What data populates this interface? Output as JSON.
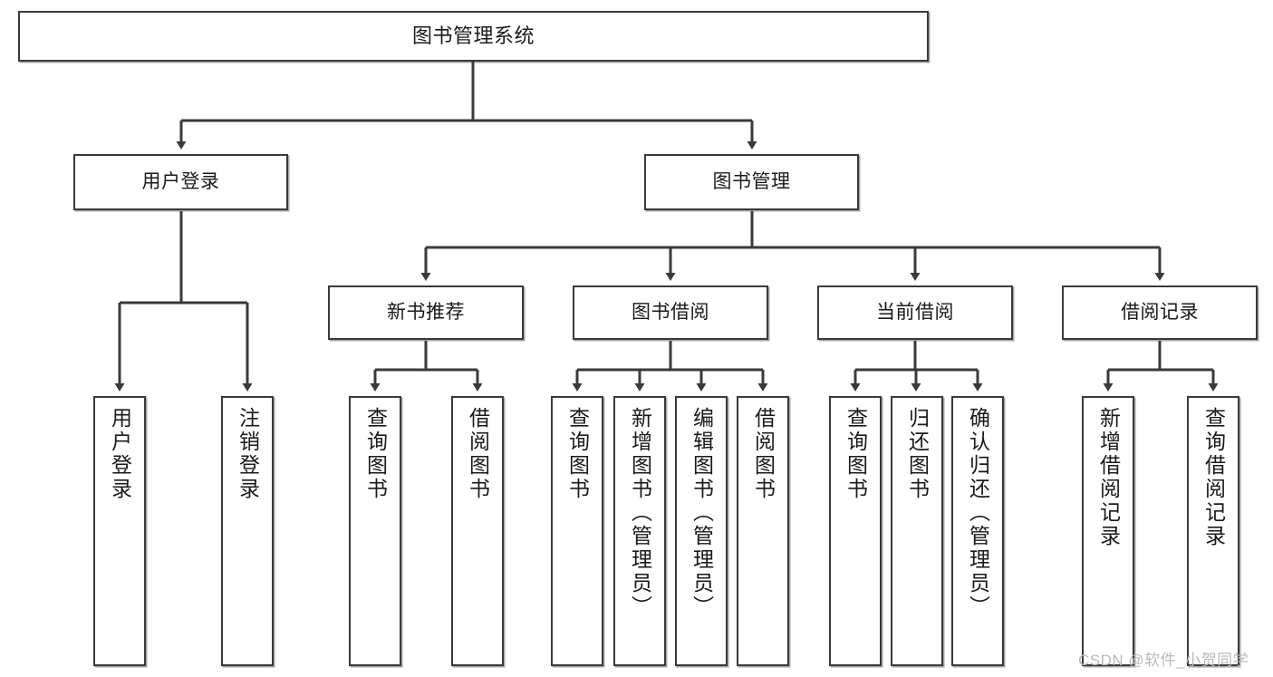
{
  "diagram": {
    "title": "图书管理系统",
    "type": "tree-hierarchy-diagram",
    "colors": {
      "box_border": "#3a3a3a",
      "box_fill": "#ffffff",
      "connector": "#3a3a3a",
      "text": "#1a1a1a",
      "watermark": "#b9b9b9"
    },
    "nodes": {
      "root": {
        "label": "图书管理系统"
      },
      "level2": [
        {
          "id": "user-login",
          "label": "用户登录"
        },
        {
          "id": "book-management",
          "label": "图书管理"
        }
      ],
      "level3": [
        {
          "id": "new-book-recommend",
          "label": "新书推荐"
        },
        {
          "id": "book-borrow",
          "label": "图书借阅"
        },
        {
          "id": "current-borrow",
          "label": "当前借阅"
        },
        {
          "id": "borrow-record",
          "label": "借阅记录"
        }
      ],
      "leaves": {
        "user_login": [
          {
            "id": "leaf-user-login",
            "label": "用户登录"
          },
          {
            "id": "leaf-logout-login",
            "label": "注销登录"
          }
        ],
        "new_book_recommend": [
          {
            "id": "leaf-query-book-1",
            "label": "查询图书"
          },
          {
            "id": "leaf-borrow-book-1",
            "label": "借阅图书"
          }
        ],
        "book_borrow": [
          {
            "id": "leaf-query-book-2",
            "label": "查询图书"
          },
          {
            "id": "leaf-add-book",
            "label": "新增图书（管理员）"
          },
          {
            "id": "leaf-edit-book",
            "label": "编辑图书（管理员）"
          },
          {
            "id": "leaf-borrow-book-2",
            "label": "借阅图书"
          }
        ],
        "current_borrow": [
          {
            "id": "leaf-query-book-3",
            "label": "查询图书"
          },
          {
            "id": "leaf-return-book",
            "label": "归还图书"
          },
          {
            "id": "leaf-confirm-return",
            "label": "确认归还（管理员）"
          }
        ],
        "borrow_record": [
          {
            "id": "leaf-add-record",
            "label": "新增借阅记录"
          },
          {
            "id": "leaf-query-record",
            "label": "查询借阅记录"
          }
        ]
      }
    },
    "watermark": "CSDN @软件_小贺同学"
  }
}
